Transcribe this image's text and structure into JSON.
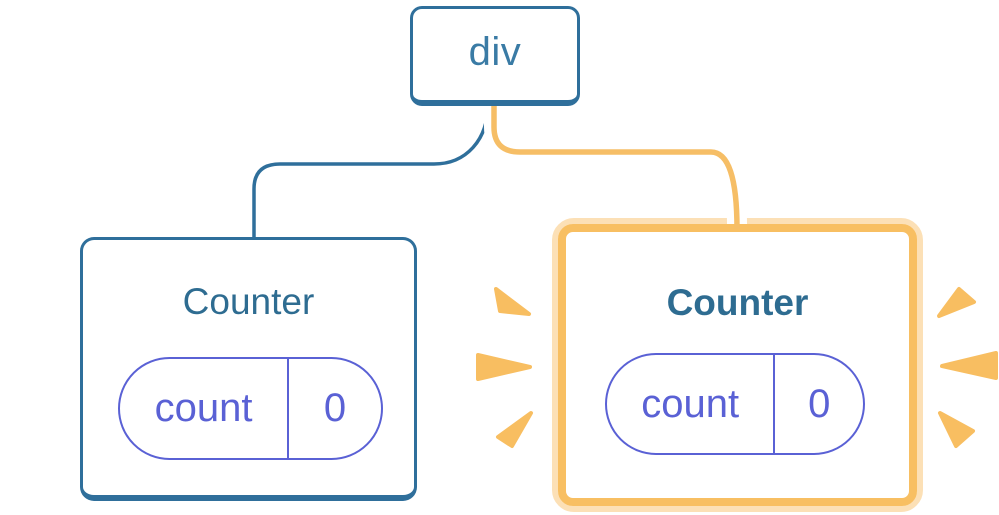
{
  "diagram": {
    "description": "React component tree: a div root with two Counter children; the right Counter is highlighted as freshly rendered",
    "root_node": {
      "label": "div"
    },
    "left_counter": {
      "title": "Counter",
      "highlighted": false,
      "state": {
        "key": "count",
        "value": "0"
      }
    },
    "right_counter": {
      "title": "Counter",
      "highlighted": true,
      "state": {
        "key": "count",
        "value": "0"
      }
    },
    "icons": {
      "left_sparks": "spark-burst-icon (white, faded)",
      "right_sparks": "spark-burst-icon (orange, active)"
    },
    "colors": {
      "node_border_blue": "#2F6F9B",
      "node_text_blue": "#3A7BA5",
      "title_blue": "#2E6C91",
      "state_purple": "#5A61D5",
      "highlight_orange": "#F8BF62",
      "highlight_orange_light": "#FCE0B6",
      "wire_orange": "#F6BE66",
      "spark_orange": "#F8BE61",
      "spark_white": "#FFFFFF"
    }
  }
}
